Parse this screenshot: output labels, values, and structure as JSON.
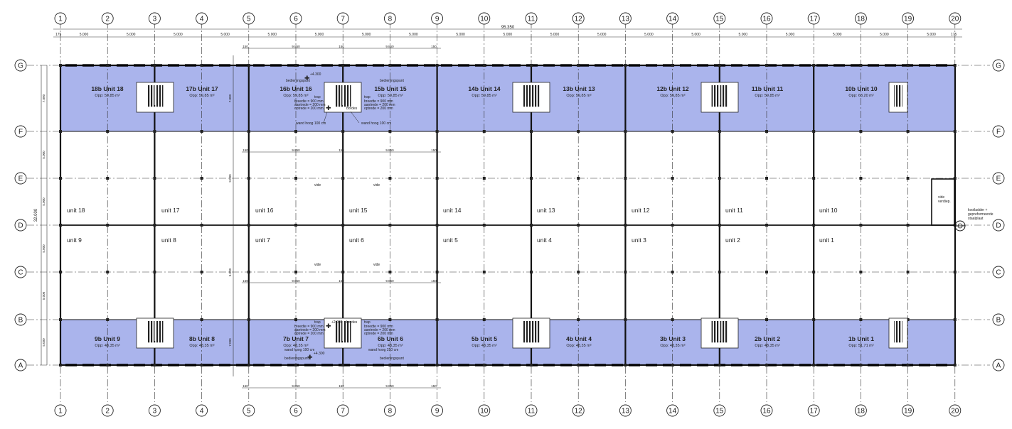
{
  "grid": {
    "columns": [
      "1",
      "2",
      "3",
      "4",
      "5",
      "6",
      "7",
      "8",
      "9",
      "10",
      "11",
      "12",
      "13",
      "14",
      "15",
      "16",
      "17",
      "18",
      "19",
      "20"
    ],
    "rows": [
      "G",
      "F",
      "E",
      "D",
      "C",
      "B",
      "A"
    ]
  },
  "dimensions": {
    "overall": "95.350",
    "end": "175",
    "bay": "5.000",
    "width_total": "32.000",
    "left_side": [
      "7.000",
      "5.000",
      "5.000",
      "5.000",
      "5.000",
      "5.000",
      "5.000"
    ],
    "inner_span": "9.850",
    "inner_small": "150",
    "inner_vertical": [
      "7.000",
      "9.000",
      "5.000"
    ]
  },
  "units_top": [
    {
      "title": "18b Unit 18",
      "area": "Opp: 59,85 m²"
    },
    {
      "title": "17b Unit 17",
      "area": "Opp: 59,85 m²"
    },
    {
      "title": "16b Unit 16",
      "area": "Opp: 59,85 m²"
    },
    {
      "title": "15b Unit 15",
      "area": "Opp: 59,85 m²"
    },
    {
      "title": "14b Unit 14",
      "area": "Opp: 59,85 m²"
    },
    {
      "title": "13b Unit 13",
      "area": "Opp: 59,85 m²"
    },
    {
      "title": "12b Unit 12",
      "area": "Opp: 59,85 m²"
    },
    {
      "title": "11b Unit 11",
      "area": "Opp: 59,85 m²"
    },
    {
      "title": "10b Unit 10",
      "area": "Opp: 63,20 m²"
    }
  ],
  "units_bottom": [
    {
      "title": "9b Unit 9",
      "area": "Opp: 48,35 m²"
    },
    {
      "title": "8b Unit 8",
      "area": "Opp: 48,35 m²"
    },
    {
      "title": "7b Unit 7",
      "area": "Opp: 48,35 m²"
    },
    {
      "title": "6b Unit 6",
      "area": "Opp: 48,35 m²"
    },
    {
      "title": "5b Unit 5",
      "area": "Opp: 48,35 m²"
    },
    {
      "title": "4b Unit 4",
      "area": "Opp: 48,35 m²"
    },
    {
      "title": "3b Unit 3",
      "area": "Opp: 48,35 m²"
    },
    {
      "title": "2b Unit 2",
      "area": "Opp: 48,35 m²"
    },
    {
      "title": "1b Unit 1",
      "area": "Opp: 51,71 m²"
    }
  ],
  "units_main_upper": [
    "unit 18",
    "unit 17",
    "unit 16",
    "unit 15",
    "unit 14",
    "unit 13",
    "unit 12",
    "unit 11",
    "unit 10"
  ],
  "units_main_lower": [
    "unit 9",
    "unit 8",
    "unit 7",
    "unit 6",
    "unit 5",
    "unit 4",
    "unit 3",
    "unit 2",
    "unit 1"
  ],
  "notes": {
    "bedieningspunt": "bedieningspunt",
    "level_top": "+4.300",
    "level_bottom": "+2.000",
    "level_bottom2": "+4.300",
    "trap": "trap",
    "trap_breedte": "breedte = 900 mm",
    "trap_aantrede": "aantrede = 200 mm",
    "trap_optrede": "optrede = 200 mm",
    "bordes": "bordes",
    "wand_top": "wand hoog 100 cm",
    "wand_bottom_left": "wand hoog 100 cm",
    "wand_bottom_right": "wand hoog 250 cm",
    "vide": "vide",
    "vide_verdieping": [
      "vide",
      "verdiep."
    ],
    "kooiladder": [
      "kooiladder +",
      "gepreformeerde",
      "staalplaat"
    ]
  },
  "colors": {
    "mezzanine": "#aab4ec",
    "line": "#222222",
    "thick": "#111111"
  }
}
